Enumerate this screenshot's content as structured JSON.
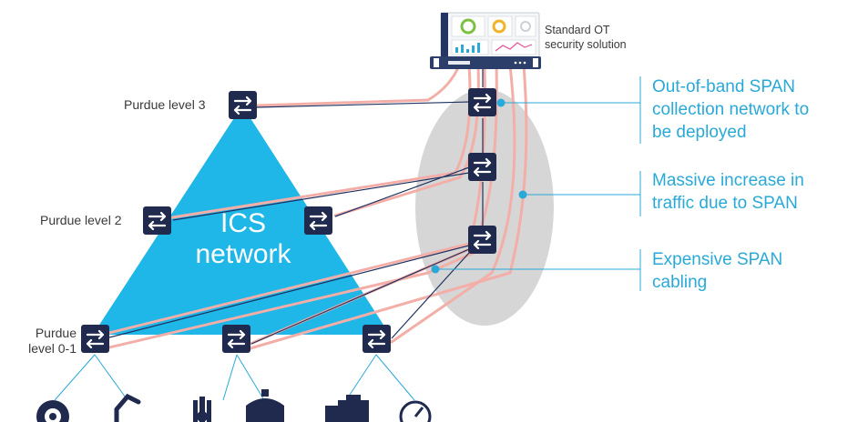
{
  "labels": {
    "purdue_3": "Purdue level 3",
    "purdue_2": "Purdue level 2",
    "purdue_01_line1": "Purdue",
    "purdue_01_line2": "level 0-1",
    "ics_line1": "ICS",
    "ics_line2": "network",
    "solution_line1": "Standard OT",
    "solution_line2": "security solution"
  },
  "callouts": {
    "oob_line1": "Out-of-band SPAN",
    "oob_line2": "collection network to",
    "oob_line3": "be deployed",
    "traffic_line1": "Massive increase in",
    "traffic_line2": "traffic due to SPAN",
    "cabling_line1": "Expensive SPAN",
    "cabling_line2": "cabling"
  },
  "colors": {
    "triangle": "#1fb6e8",
    "switch": "#1f2a4e",
    "span_cable": "#f3aea8",
    "link": "#1e3160",
    "callout": "#2aa9d8",
    "ellipse": "#d6d6d6"
  },
  "devices": [
    "pump-icon",
    "robot-arm-icon",
    "thermometer-icon",
    "burner-icon",
    "engine-icon",
    "gauge-icon"
  ]
}
